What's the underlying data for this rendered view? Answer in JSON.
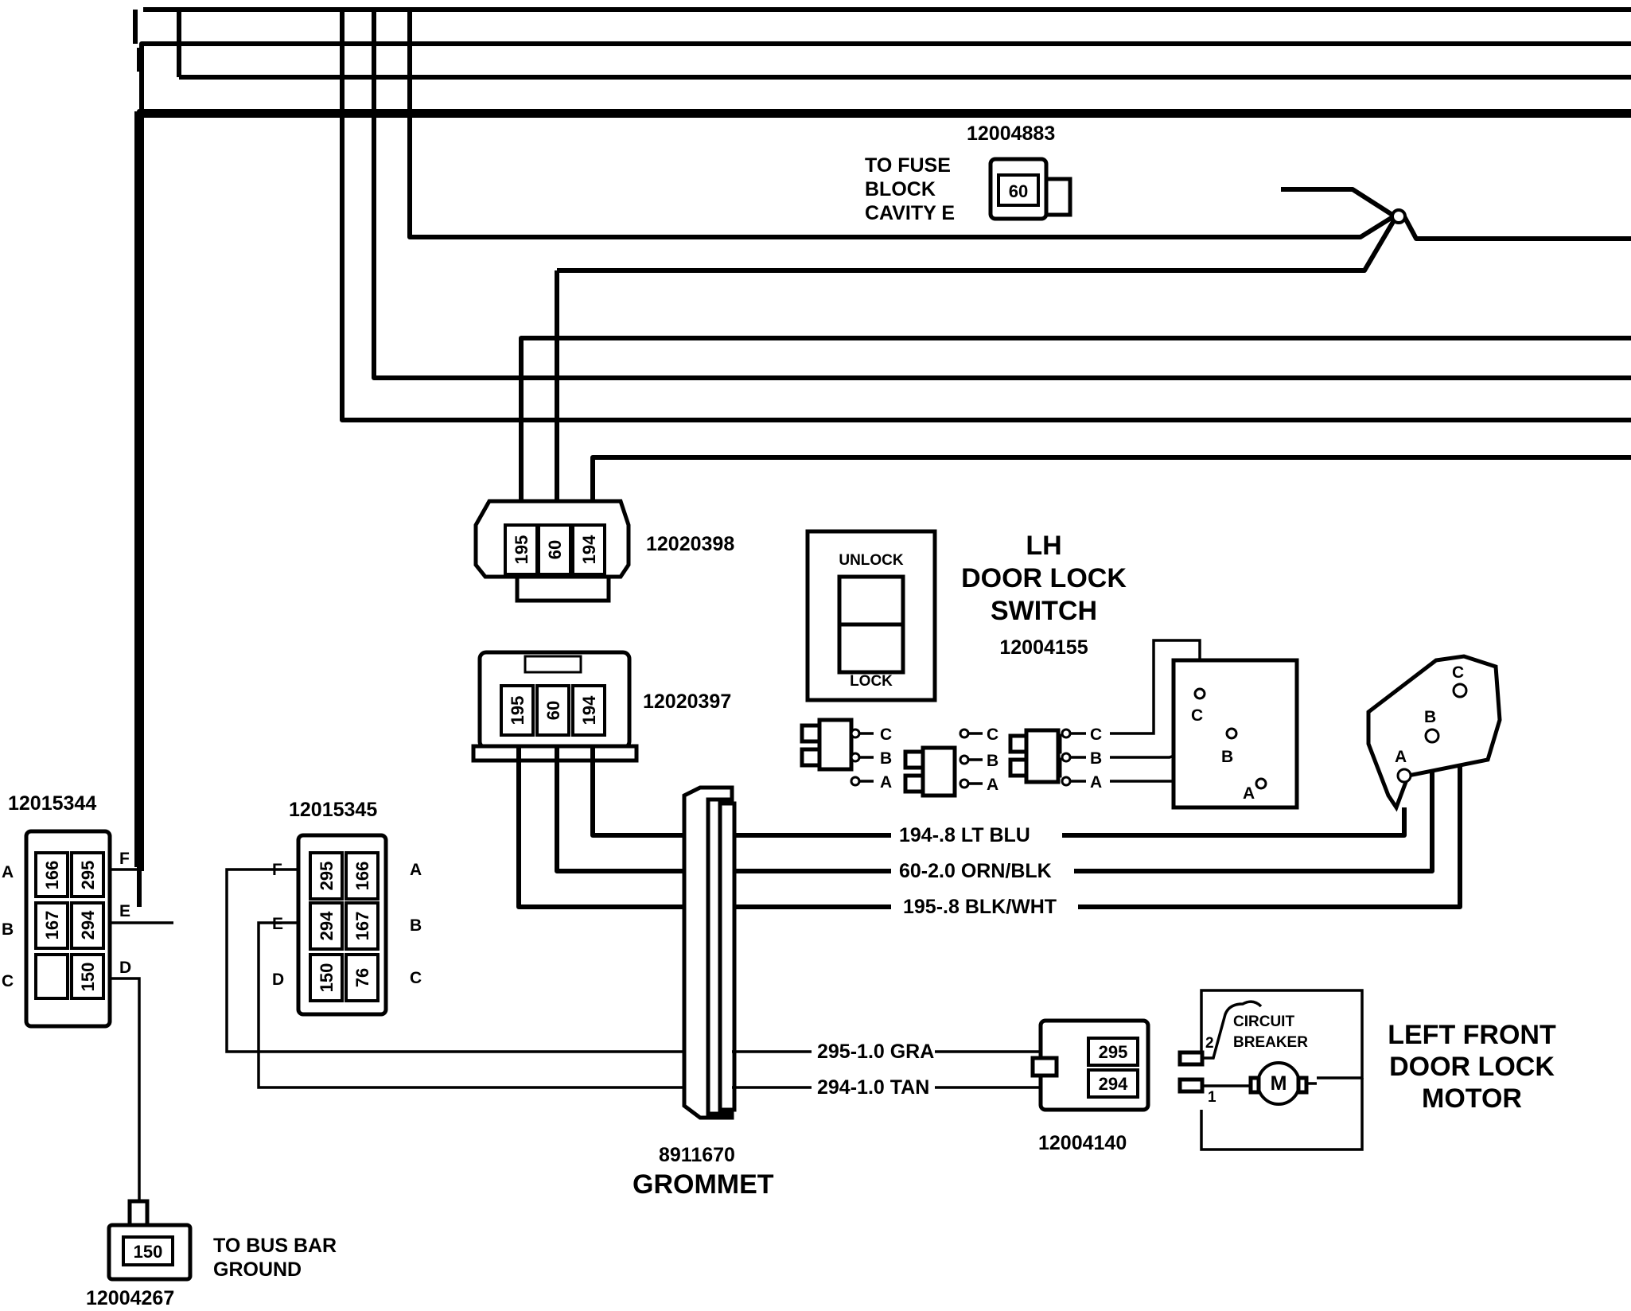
{
  "connectors": {
    "c12004883": {
      "part": "12004883",
      "cavity": "60",
      "note_l1": "TO FUSE",
      "note_l2": "BLOCK",
      "note_l3": "CAVITY E"
    },
    "c12020398": {
      "part": "12020398",
      "cavities": [
        "195",
        "60",
        "194"
      ]
    },
    "c12020397": {
      "part": "12020397",
      "cavities": [
        "195",
        "60",
        "194"
      ]
    },
    "c12015344": {
      "part": "12015344",
      "cavities": [
        "166",
        "295",
        "167",
        "294",
        "150"
      ],
      "pins": [
        "A",
        "B",
        "C",
        "F",
        "E",
        "D"
      ]
    },
    "c12015345": {
      "part": "12015345",
      "cavities": [
        "295",
        "166",
        "294",
        "167",
        "150",
        "76"
      ],
      "pins": [
        "F",
        "E",
        "D",
        "A",
        "B",
        "C"
      ]
    },
    "c12004267": {
      "part": "12004267",
      "cavity": "150",
      "note_l1": "TO BUS BAR",
      "note_l2": "GROUND"
    },
    "c12004140": {
      "part": "12004140",
      "cavities": [
        "295",
        "294"
      ]
    }
  },
  "switch": {
    "title_l1": "LH",
    "title_l2": "DOOR LOCK",
    "title_l3": "SWITCH",
    "part": "12004155",
    "unlock": "UNLOCK",
    "lock": "LOCK",
    "terminals": [
      "C",
      "B",
      "A"
    ]
  },
  "motor": {
    "title_l1": "LEFT FRONT",
    "title_l2": "DOOR LOCK",
    "title_l3": "MOTOR",
    "breaker_l1": "CIRCUIT",
    "breaker_l2": "BREAKER",
    "motor_symbol": "M",
    "term_2": "2",
    "term_1": "1"
  },
  "wires": {
    "w194": "194-.8 LT BLU",
    "w60": "60-2.0 ORN/BLK",
    "w195": "195-.8 BLK/WHT",
    "w295": "295-1.0 GRA",
    "w294": "294-1.0 TAN"
  },
  "grommet": {
    "part": "8911670",
    "name": "GROMMET"
  }
}
